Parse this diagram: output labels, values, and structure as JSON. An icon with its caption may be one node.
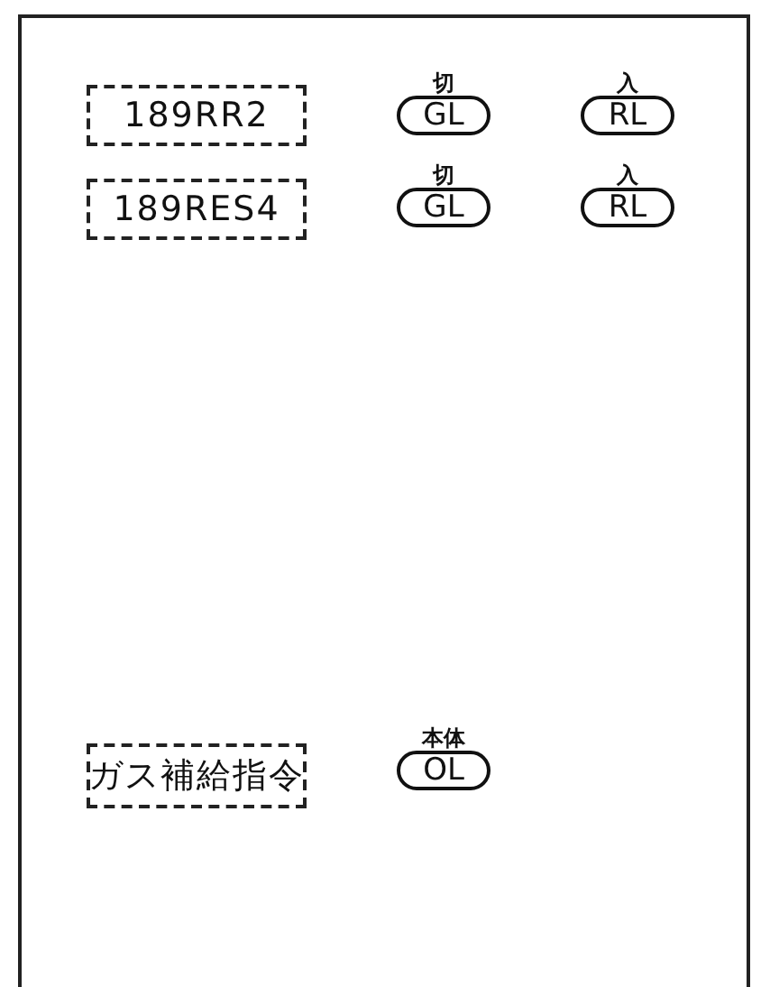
{
  "diagram": {
    "nodes": [
      {
        "text": [
          "189RR2"
        ]
      },
      {
        "text": [
          "切",
          "GL"
        ]
      },
      {
        "text": [
          "入",
          "RL"
        ]
      },
      {
        "text": [
          "189RES4"
        ]
      },
      {
        "text": [
          "切",
          "GL"
        ]
      },
      {
        "text": [
          "入",
          "RL"
        ]
      },
      {
        "text": [
          "ガス補給指令"
        ]
      },
      {
        "text": [
          "本体",
          "OL"
        ]
      }
    ]
  }
}
